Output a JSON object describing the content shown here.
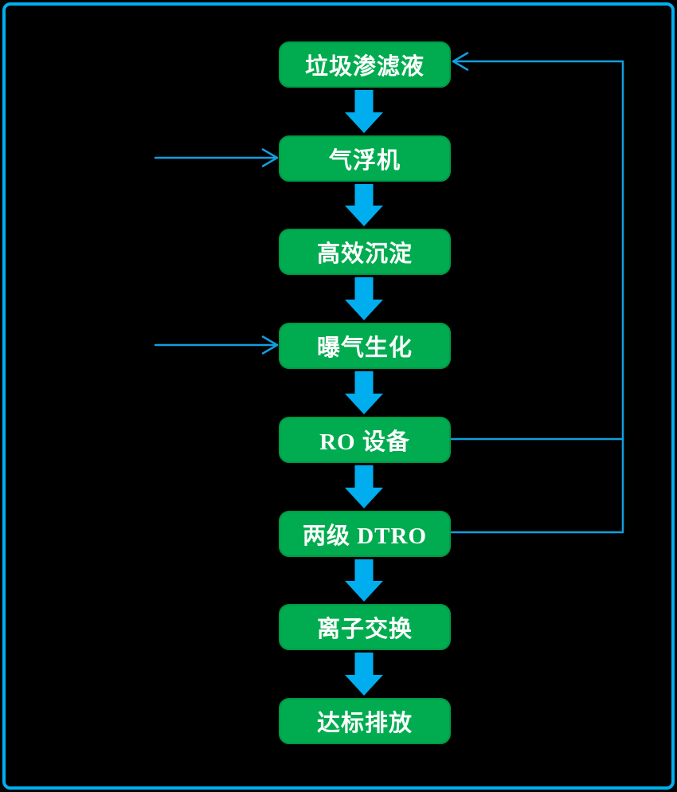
{
  "diagram": {
    "type": "flowchart",
    "description": "Vertical landfill-leachate treatment process flow with recycle lines",
    "nodes": [
      {
        "id": "leachate",
        "label": "垃圾渗滤液"
      },
      {
        "id": "air-flotation",
        "label": "气浮机"
      },
      {
        "id": "sedimentation",
        "label": "高效沉淀"
      },
      {
        "id": "aeration-bio",
        "label": "曝气生化"
      },
      {
        "id": "ro-unit",
        "label": "RO 设备"
      },
      {
        "id": "dtro",
        "label": "两级 DTRO"
      },
      {
        "id": "ion-exchange",
        "label": "离子交换"
      },
      {
        "id": "discharge",
        "label": "达标排放"
      }
    ],
    "edges": [
      {
        "from": "leachate",
        "to": "air-flotation",
        "type": "main-flow-thick-arrow"
      },
      {
        "from": "air-flotation",
        "to": "sedimentation",
        "type": "main-flow-thick-arrow"
      },
      {
        "from": "sedimentation",
        "to": "aeration-bio",
        "type": "main-flow-thick-arrow"
      },
      {
        "from": "aeration-bio",
        "to": "ro-unit",
        "type": "main-flow-thick-arrow"
      },
      {
        "from": "ro-unit",
        "to": "dtro",
        "type": "main-flow-thick-arrow"
      },
      {
        "from": "dtro",
        "to": "ion-exchange",
        "type": "main-flow-thick-arrow"
      },
      {
        "from": "ion-exchange",
        "to": "discharge",
        "type": "main-flow-thick-arrow"
      },
      {
        "from": "external-left",
        "to": "air-flotation",
        "type": "thin-input-arrow"
      },
      {
        "from": "external-left",
        "to": "aeration-bio",
        "type": "thin-input-arrow"
      },
      {
        "from": "ro-unit",
        "to": "leachate",
        "type": "thin-return-line"
      },
      {
        "from": "dtro",
        "to": "leachate",
        "type": "thin-return-line"
      }
    ],
    "colors": {
      "background": "#000000",
      "page_border": "#00B0F0",
      "node_fill": "#00AC4F",
      "node_border": "#009A45",
      "node_text": "#FFFFFF",
      "thick_arrow": "#00AEEF",
      "thin_line": "#119FE0"
    }
  }
}
